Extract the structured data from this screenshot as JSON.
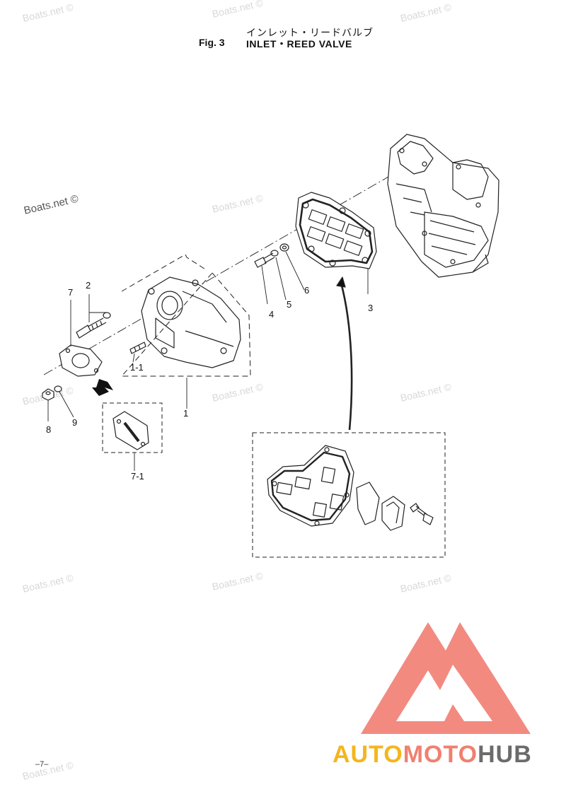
{
  "header": {
    "title_jp": "インレット・リードバルブ",
    "fig_label": "Fig. 3",
    "title_en": "INLET・REED VALVE"
  },
  "watermarks": {
    "text": "Boats.net ©"
  },
  "callouts": {
    "c1": "1",
    "c1_1": "1-1",
    "c2": "2",
    "c3": "3",
    "c4": "4",
    "c5": "5",
    "c6": "6",
    "c7": "7",
    "c7_1": "7-1",
    "c8": "8",
    "c9": "9"
  },
  "footer": {
    "page_number": "–7–"
  },
  "logo": {
    "word_a": "AUTO",
    "word_b": "MOTO",
    "word_c": "HUB",
    "colors": {
      "auto": "#f5b51c",
      "moto": "#f08070",
      "hub": "#6b6b6b",
      "triangle": "#f08070"
    }
  }
}
